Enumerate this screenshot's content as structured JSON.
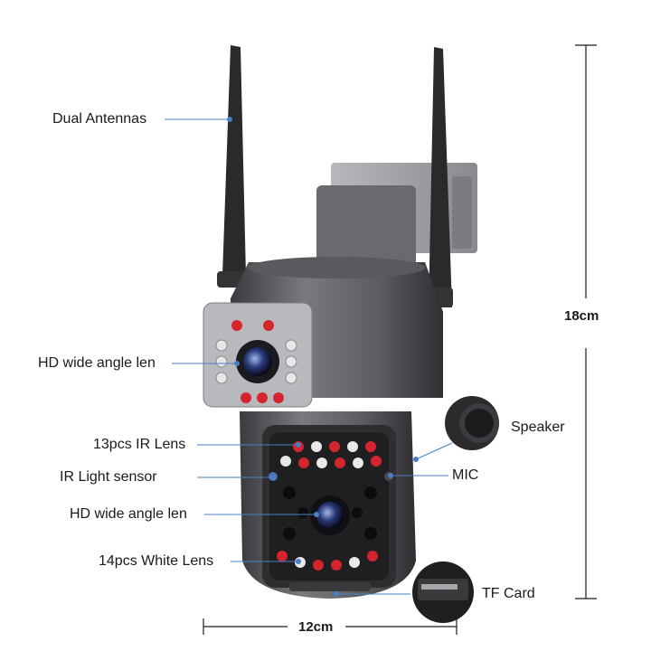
{
  "labels": {
    "dual_antennas": "Dual Antennas",
    "hd_lens_top": "HD wide angle len",
    "ir_lens": "13pcs IR Lens",
    "ir_sensor": "IR Light sensor",
    "hd_lens_bottom": "HD wide angle len",
    "white_lens": "14pcs White Lens",
    "speaker": "Speaker",
    "mic": "MIC",
    "tf_card": "TF Card"
  },
  "dimensions": {
    "height": "18cm",
    "width": "12cm"
  },
  "colors": {
    "body": "#6f6f72",
    "body_dark": "#3e3e42",
    "leader": "#4a7fc1",
    "ir_led": "#d4242e",
    "white_led": "#e8e8ea"
  }
}
